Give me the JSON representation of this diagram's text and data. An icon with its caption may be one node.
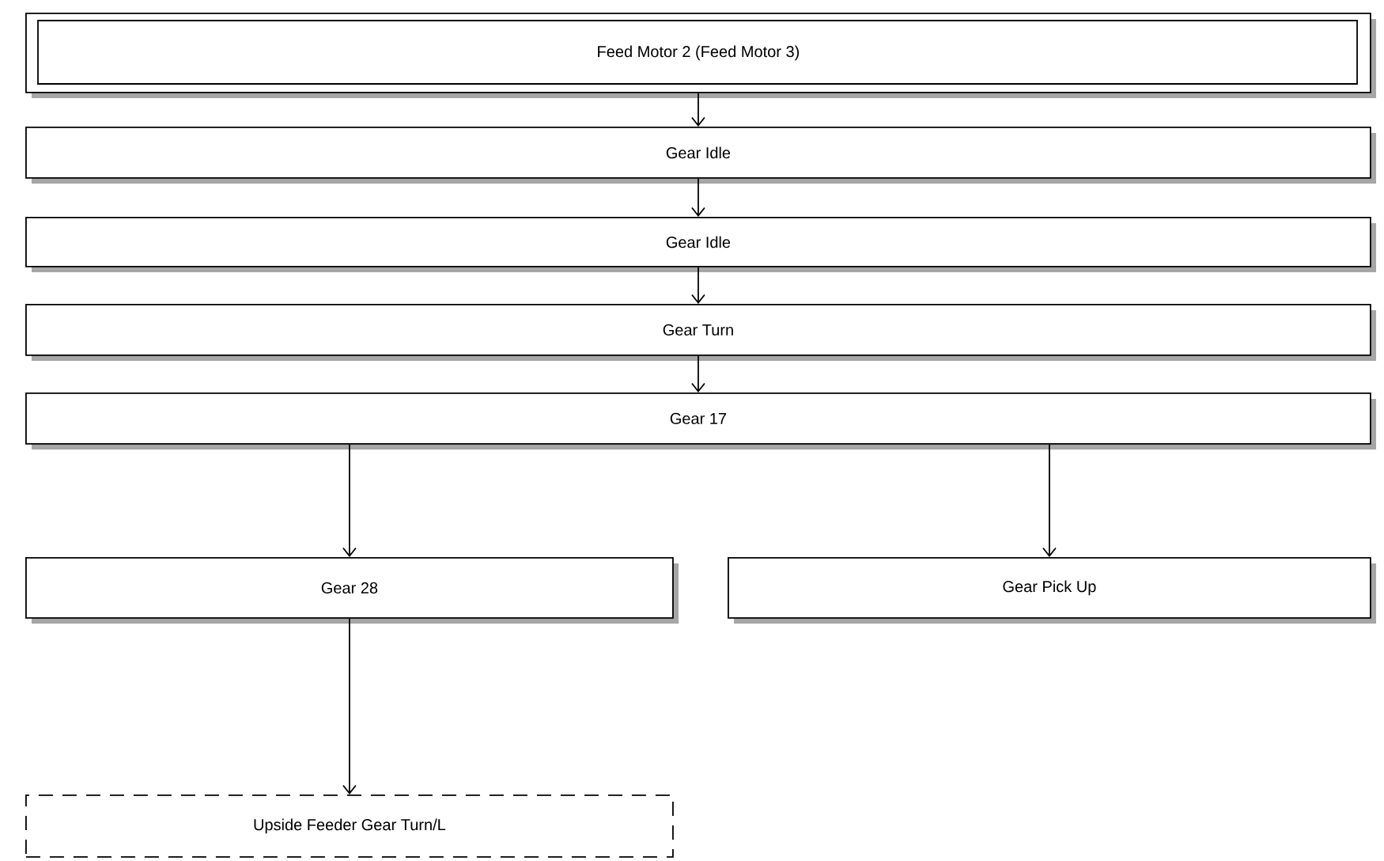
{
  "diagram": {
    "nodes": [
      {
        "text": [
          "Feed Motor 2 (Feed Motor 3)"
        ]
      },
      {
        "text": [
          "Gear Idle"
        ]
      },
      {
        "text": [
          "Gear Idle"
        ]
      },
      {
        "text": [
          "Gear Turn"
        ]
      },
      {
        "text": [
          "Gear 17"
        ]
      },
      {
        "text": [
          "Gear 28"
        ]
      },
      {
        "text": [
          "Gear Pick Up"
        ]
      },
      {
        "text": [
          "Upside Feeder Gear Turn/L"
        ]
      }
    ],
    "edges": [
      {
        "from": 0,
        "to": 1,
        "arrow": "to"
      },
      {
        "from": 1,
        "to": 2,
        "arrow": "to"
      },
      {
        "from": 2,
        "to": 3,
        "arrow": "to"
      },
      {
        "from": 3,
        "to": 4,
        "arrow": "to"
      },
      {
        "from": 4,
        "to": 5,
        "arrow": "to"
      },
      {
        "from": 4,
        "to": 6,
        "arrow": "to"
      },
      {
        "from": 5,
        "to": 7,
        "arrow": "to"
      }
    ]
  }
}
